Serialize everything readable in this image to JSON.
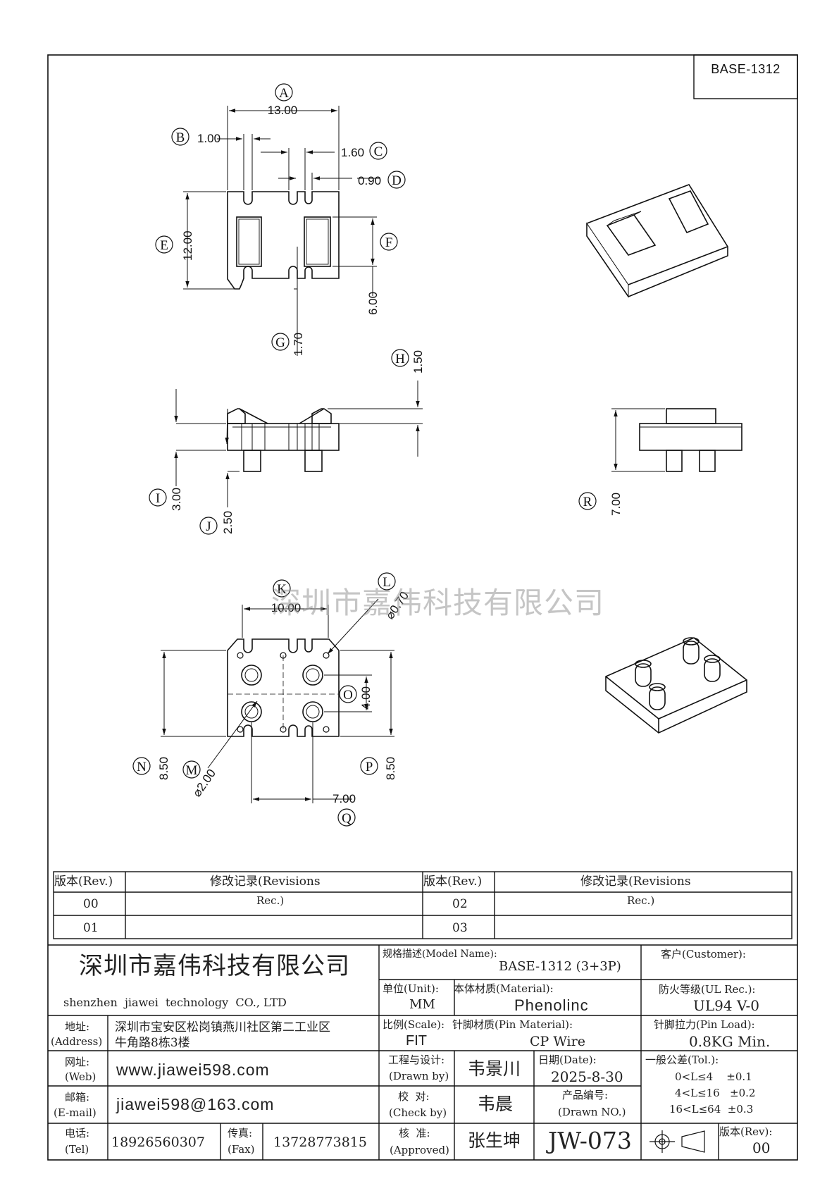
{
  "drawing_no": "BASE-1312",
  "watermark": "深圳市嘉伟科技有限公司",
  "dimensions": {
    "A": {
      "label": "A",
      "value": "13.00"
    },
    "B": {
      "label": "B",
      "value": "1.00"
    },
    "C": {
      "label": "C",
      "value": "1.60"
    },
    "D": {
      "label": "D",
      "value": "0.90"
    },
    "E": {
      "label": "E",
      "value": "12.00"
    },
    "F": {
      "label": "F",
      "value": "6.00"
    },
    "G": {
      "label": "G",
      "value": "1.70"
    },
    "H": {
      "label": "H",
      "value": "1.50"
    },
    "I": {
      "label": "I",
      "value": "3.00"
    },
    "J": {
      "label": "J",
      "value": "2.50"
    },
    "R": {
      "label": "R",
      "value": "7.00"
    },
    "K": {
      "label": "K",
      "value": "10.00"
    },
    "L": {
      "label": "L",
      "value": "⌀0.70"
    },
    "M": {
      "label": "M",
      "value": "⌀2.00"
    },
    "N": {
      "label": "N",
      "value": "8.50"
    },
    "O": {
      "label": "O",
      "value": "4.00"
    },
    "P": {
      "label": "P",
      "value": "8.50"
    },
    "Q": {
      "label": "Q",
      "value": "7.00"
    }
  },
  "revisions": {
    "rev_header": "版本(Rev.)",
    "rec_header": "修改记录(Revisions",
    "rec_sub": "Rec.)",
    "rows_left": [
      "00",
      "01"
    ],
    "rows_right": [
      "02",
      "03"
    ]
  },
  "title_block": {
    "company_cn": "深圳市嘉伟科技有限公司",
    "company_en": "shenzhen  jiawei  technology  CO., LTD",
    "model_label": "规格描述(Model Name):",
    "model_value": "BASE-1312 (3+3P)",
    "customer_label": "客户(Customer):",
    "unit_label": "单位(Unit):",
    "unit_value": "MM",
    "material_label": "本体材质(Material):",
    "material_value": "Phenolinc",
    "ul_label": "防火等级(UL Rec.):",
    "ul_value": "UL94 V-0",
    "address_label_cn": "地址:",
    "address_label_en": "(Address)",
    "address_value_1": "深圳市宝安区松岗镇燕川社区第二工业区",
    "address_value_2": "牛角路8栋3楼",
    "scale_label": "比例(Scale):",
    "scale_value": "FIT",
    "pin_material_label": "针脚材质(Pin Material):",
    "pin_material_value": "CP Wire",
    "pin_load_label": "针脚拉力(Pin Load):",
    "pin_load_value": "0.8KG Min.",
    "web_label_cn": "网址:",
    "web_label_en": "(Web)",
    "web_value": "www.jiawei598.com",
    "drawn_label_cn": "工程与设计:",
    "drawn_label_en": "(Drawn by)",
    "drawn_value": "韦景川",
    "date_label": "日期(Date):",
    "date_value": "2025-8-30",
    "tol_label": "一般公差(Tol.):",
    "tol_1": "0<L≤4    ±0.1",
    "tol_2": "4<L≤16   ±0.2",
    "tol_3": "16<L≤64  ±0.3",
    "email_label_cn": "邮箱:",
    "email_label_en": "(E-mail)",
    "email_value": "jiawei598@163.com",
    "check_label_cn": "校  对:",
    "check_label_en": "(Check by)",
    "check_value": "韦晨",
    "drawn_no_label_cn": "产品编号:",
    "drawn_no_label_en": "(Drawn NO.)",
    "tel_label_cn": "电话:",
    "tel_label_en": "(Tel)",
    "tel_value": "18926560307",
    "fax_label_cn": "传真:",
    "fax_label_en": "(Fax)",
    "fax_value": "13728773815",
    "approved_label_cn": "核  准:",
    "approved_label_en": "(Approved)",
    "approved_value": "张生坤",
    "drawn_no_value": "JW-073",
    "rev_label": "版本(Rev):",
    "rev_value": "00"
  }
}
